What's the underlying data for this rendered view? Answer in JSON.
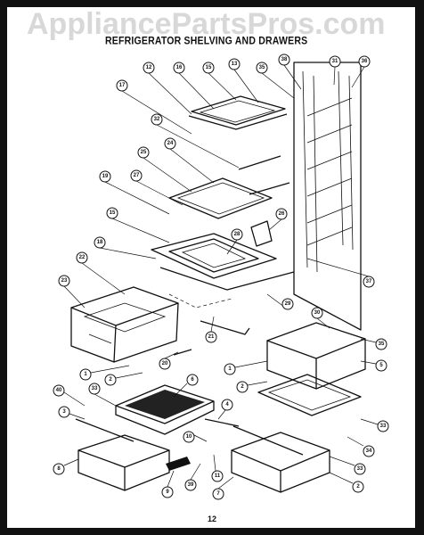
{
  "watermark": "AppliancePartsPros.com",
  "title": "REFRIGERATOR SHELVING AND DRAWERS",
  "page_number": "12",
  "callouts": [
    "12",
    "16",
    "15",
    "13",
    "35",
    "38",
    "31",
    "36",
    "17",
    "32",
    "24",
    "25",
    "19",
    "27",
    "15",
    "26",
    "18",
    "28",
    "22",
    "23",
    "37",
    "29",
    "21",
    "30",
    "20",
    "1",
    "2",
    "6",
    "35",
    "5",
    "1",
    "2",
    "40",
    "33",
    "3",
    "8",
    "9",
    "4",
    "10",
    "11",
    "7",
    "39",
    "2",
    "33",
    "34",
    "33"
  ]
}
